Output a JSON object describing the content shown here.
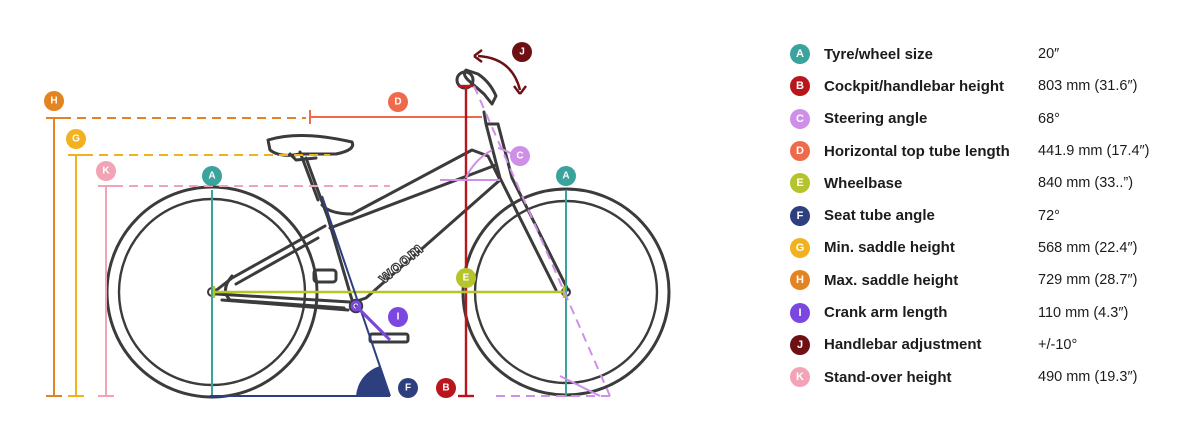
{
  "colors": {
    "A": "#3aa39c",
    "B": "#b8161c",
    "C": "#cf8fe8",
    "D": "#ef6a4a",
    "E": "#b5c42a",
    "F": "#2e3f7f",
    "G": "#f2b21f",
    "H": "#e38420",
    "I": "#7a47e0",
    "J": "#6e0f14",
    "K": "#f2a3b5",
    "bike": "#3b3b3b"
  },
  "legend": [
    {
      "letter": "A",
      "label": "Tyre/wheel size",
      "value": "20″"
    },
    {
      "letter": "B",
      "label": "Cockpit/handlebar height",
      "value": "803 mm (31.6″)"
    },
    {
      "letter": "C",
      "label": "Steering angle",
      "value": "68°"
    },
    {
      "letter": "D",
      "label": "Horizontal top tube length",
      "value": "441.9 mm (17.4″)"
    },
    {
      "letter": "E",
      "label": "Wheelbase",
      "value": "840 mm (33..”)"
    },
    {
      "letter": "F",
      "label": "Seat tube angle",
      "value": "72°"
    },
    {
      "letter": "G",
      "label": "Min. saddle height",
      "value": "568 mm (22.4″)"
    },
    {
      "letter": "H",
      "label": "Max. saddle height",
      "value": "729 mm (28.7″)"
    },
    {
      "letter": "I",
      "label": "Crank arm length",
      "value": "110 mm (4.3″)"
    },
    {
      "letter": "J",
      "label": "Handlebar adjustment",
      "value": "+/-10°"
    },
    {
      "letter": "K",
      "label": "Stand-over height",
      "value": "490 mm (19.3″)"
    }
  ],
  "diagram_badges": {
    "H": "H",
    "G": "G",
    "K": "K",
    "A_rear": "A",
    "A_front": "A",
    "D": "D",
    "E": "E",
    "C": "C",
    "I": "I",
    "F": "F",
    "B": "B",
    "J": "J"
  },
  "frame_logo": "woom"
}
